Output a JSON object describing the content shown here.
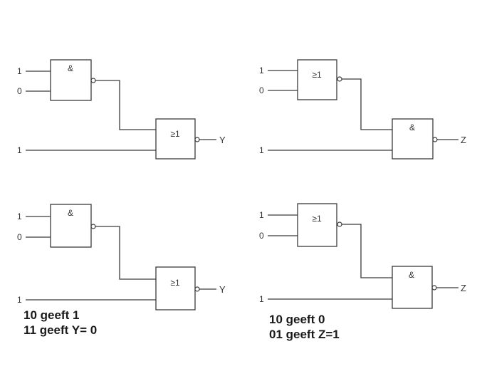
{
  "colors": {
    "line": "#3a3a3a",
    "text": "#333333",
    "note_text": "#1a1a1a",
    "background": "#ffffff"
  },
  "circuits": [
    {
      "id": "top-left",
      "inputs": [
        "1",
        "0",
        "1"
      ],
      "gate1": {
        "type": "NAND",
        "symbol": "&"
      },
      "gate2": {
        "type": "NOR",
        "symbol": "≥1"
      },
      "output_label": "Y"
    },
    {
      "id": "top-right",
      "inputs": [
        "1",
        "0",
        "1"
      ],
      "gate1": {
        "type": "NOR",
        "symbol": "≥1"
      },
      "gate2": {
        "type": "NAND",
        "symbol": "&"
      },
      "output_label": "Z"
    },
    {
      "id": "bottom-left",
      "inputs": [
        "1",
        "0",
        "1"
      ],
      "gate1": {
        "type": "NAND",
        "symbol": "&"
      },
      "gate2": {
        "type": "NOR",
        "symbol": "≥1"
      },
      "output_label": "Y"
    },
    {
      "id": "bottom-right",
      "inputs": [
        "1",
        "0",
        "1"
      ],
      "gate1": {
        "type": "NOR",
        "symbol": "≥1"
      },
      "gate2": {
        "type": "NAND",
        "symbol": "&"
      },
      "output_label": "Z"
    }
  ],
  "notes": {
    "left": [
      "10 geeft 1",
      "11 geeft Y= 0"
    ],
    "right": [
      "10 geeft 0",
      "01 geeft Z=1"
    ]
  }
}
